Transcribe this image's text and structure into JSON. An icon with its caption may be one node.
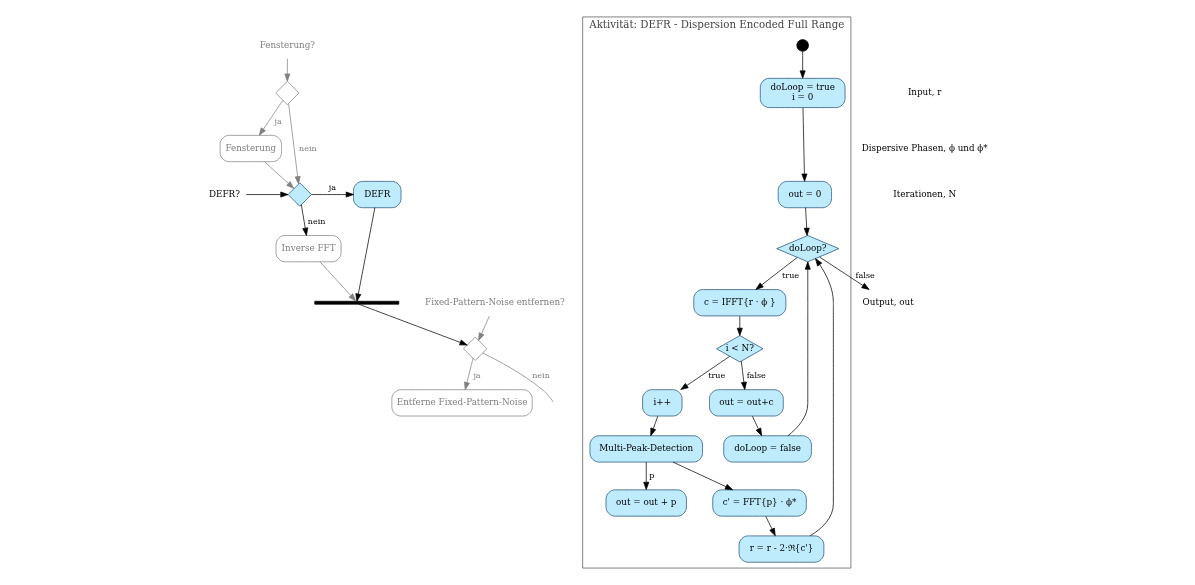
{
  "diagram": {
    "nodes": [
      {
        "text": [
          "Fensterung?"
        ]
      },
      {
        "text": [],
        "shape": "diamond"
      },
      {
        "text": [
          "Fensterung"
        ]
      },
      {
        "text": [
          "DEFR?"
        ]
      },
      {
        "text": [],
        "shape": "diamond"
      },
      {
        "text": [
          "DEFR"
        ]
      },
      {
        "text": [
          "Inverse FFT"
        ]
      },
      {
        "text": [],
        "shape": "bar"
      },
      {
        "text": [
          "Fixed-Pattern-Noise entfernen?"
        ]
      },
      {
        "text": [],
        "shape": "diamond"
      },
      {
        "text": [
          "Entferne Fixed-Pattern-Noise"
        ]
      },
      {
        "text": [
          "Aktivität: DEFR - Dispersion Encoded Full Range"
        ]
      },
      {
        "text": [
          "Input, r"
        ]
      },
      {
        "text": [
          "Dispersive Phasen, ϕ und ϕ*"
        ]
      },
      {
        "text": [
          "Iterationen, N"
        ]
      },
      {
        "text": [],
        "shape": "circle",
        "in": 11
      },
      {
        "text": [
          "doLoop = true",
          "i = 0"
        ],
        "in": 11
      },
      {
        "text": [
          "out = 0"
        ],
        "in": 11
      },
      {
        "text": [
          "doLoop?"
        ],
        "in": 11
      },
      {
        "text": [
          "c = IFFT{r · ϕ }"
        ],
        "in": 11
      },
      {
        "text": [
          "i < N?"
        ],
        "in": 11
      },
      {
        "text": [
          "i++"
        ],
        "in": 11
      },
      {
        "text": [
          "Multi-Peak-Detection"
        ],
        "in": 11
      },
      {
        "text": [
          "out = out+c"
        ],
        "in": 11
      },
      {
        "text": [
          "doLoop = false"
        ],
        "in": 11
      },
      {
        "text": [
          "out = out + p"
        ],
        "in": 11
      },
      {
        "text": [
          "c' = FFT{p} · ϕ*"
        ],
        "in": 11
      },
      {
        "text": [
          "r = r - 2·ℜ{c'}"
        ],
        "in": 11
      },
      {
        "text": [
          "Output, out"
        ]
      }
    ],
    "edges": [
      {
        "from": 0,
        "to": 1,
        "arrow": "to",
        "color": "#808080"
      },
      {
        "from": 1,
        "to": 2,
        "arrow": "to",
        "label": "ja",
        "color": "#808080"
      },
      {
        "from": 1,
        "to": 4,
        "arrow": "to",
        "label": "nein",
        "color": "#808080"
      },
      {
        "from": 2,
        "to": 4,
        "arrow": "to",
        "color": "#808080"
      },
      {
        "from": 3,
        "to": 4,
        "arrow": "to"
      },
      {
        "from": 4,
        "to": 5,
        "arrow": "to",
        "label": "ja"
      },
      {
        "from": 4,
        "to": 6,
        "arrow": "to",
        "label": "nein"
      },
      {
        "from": 6,
        "to": 7,
        "arrow": "to",
        "color": "#808080"
      },
      {
        "from": 5,
        "to": 7,
        "arrow": "to"
      },
      {
        "from": 7,
        "to": 9,
        "arrow": "to"
      },
      {
        "from": 8,
        "to": 9,
        "arrow": "to",
        "color": "#808080"
      },
      {
        "from": 9,
        "to": 10,
        "arrow": "to",
        "label": "ja",
        "color": "#808080"
      },
      {
        "from": 9,
        "to": null,
        "arrow": "none",
        "label": "nein",
        "color": "#808080"
      },
      {
        "from": 15,
        "to": 16,
        "arrow": "to"
      },
      {
        "from": 16,
        "to": 17,
        "arrow": "to"
      },
      {
        "from": 17,
        "to": 18,
        "arrow": "to"
      },
      {
        "from": 18,
        "to": 19,
        "arrow": "to",
        "label": "true"
      },
      {
        "from": 18,
        "to": 28,
        "arrow": "to",
        "label": "false"
      },
      {
        "from": 19,
        "to": 20,
        "arrow": "to"
      },
      {
        "from": 20,
        "to": 23,
        "arrow": "to",
        "label": "false"
      },
      {
        "from": 20,
        "to": 21,
        "arrow": "to",
        "label": "true"
      },
      {
        "from": 21,
        "to": 22,
        "arrow": "to"
      },
      {
        "from": 22,
        "to": 25,
        "arrow": "to",
        "label": "p"
      },
      {
        "from": 22,
        "to": 26,
        "arrow": "to"
      },
      {
        "from": 23,
        "to": 24,
        "arrow": "to"
      },
      {
        "from": 24,
        "to": 18,
        "arrow": "to"
      },
      {
        "from": 26,
        "to": 27,
        "arrow": "to"
      },
      {
        "from": 27,
        "to": 18,
        "arrow": "to"
      }
    ]
  }
}
